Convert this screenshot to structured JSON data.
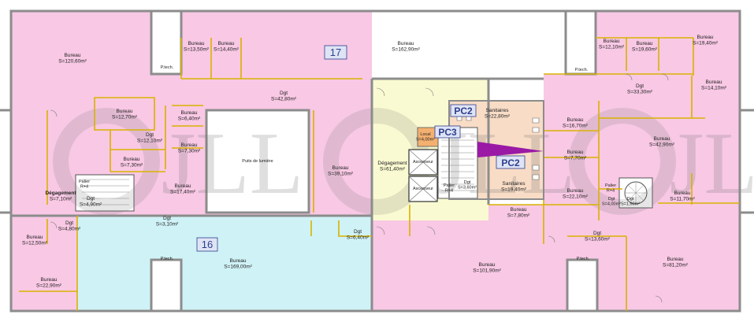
{
  "colors": {
    "office_pink": "#f8c8e4",
    "office_cyan": "#cff2f6",
    "circulation_yellow": "#fafad2",
    "sanitary_peach": "#f8dcc6",
    "light_well": "#ffffff",
    "wall_grey": "#8c8c8c",
    "partition_yellow": "#d9b200",
    "label_blue": "#2c3f8f",
    "stair_purple": "#9a1aa5"
  },
  "watermark": "JLL",
  "lots": {
    "l17": "17",
    "l16": "16"
  },
  "pc": {
    "pc2_top": "PC2",
    "pc3": "PC3",
    "pc2_mid": "PC2"
  },
  "puits": "Puits de lumière",
  "rooms": {
    "r1": [
      "Bureau",
      "S=120,60m²"
    ],
    "r2": [
      "Bureau",
      "S=13,50m²"
    ],
    "r3": [
      "Bureau",
      "S=14,40m²"
    ],
    "r4": [
      "Bureau",
      "S=162,90m²"
    ],
    "r5": [
      "Bureau",
      "S=12,10m²"
    ],
    "r6": [
      "Bureau",
      "S=19,60m²"
    ],
    "r7": [
      "Bureau",
      "S=19,40m²"
    ],
    "r8": [
      "Dgt",
      "S=42,80m²"
    ],
    "r9": [
      "Dgt",
      "S=33,30m²"
    ],
    "r10": [
      "Bureau",
      "S=14,10m²"
    ],
    "r11": [
      "Bureau",
      "S=12,70m²"
    ],
    "r12": [
      "Bureau",
      "S=6,40m²"
    ],
    "r13": [
      "Dgt",
      "S=12,10m²"
    ],
    "r14": [
      "Bureau",
      "S=7,30m²"
    ],
    "r15": [
      "Bureau",
      "S=7,30m²"
    ],
    "r16": [
      "Bureau",
      "S=39,10m²"
    ],
    "r17": [
      "Bureau",
      "S=17,40m²"
    ],
    "r18": [
      "Dégagement",
      "S=7,10m²"
    ],
    "r19": [
      "Dgt",
      "S=4,90m²"
    ],
    "r20": [
      "Dgt",
      "S=3,10m²"
    ],
    "r21": [
      "Dgt",
      "S=4,80m²"
    ],
    "r22": [
      "Bureau",
      "S=12,50m²"
    ],
    "r23": [
      "Bureau",
      "S=22,90m²"
    ],
    "r24": [
      "Bureau",
      "S=169,00m²"
    ],
    "r25": [
      "Dgt",
      "S=6,40m²"
    ],
    "r26": [
      "Dégagement",
      "S=61,40m²"
    ],
    "r27": [
      "Local",
      "S=4,00m²"
    ],
    "r28": [
      "Sanitaires",
      "S=22,80m²"
    ],
    "r29": [
      "Sanitaires",
      "S=19,40m²"
    ],
    "r30": [
      "Dgt",
      "S=3,60m²"
    ],
    "r31": [
      "Bureau",
      "S=16,70m²"
    ],
    "r32": [
      "Bureau",
      "S=7,70m²"
    ],
    "r33": [
      "Bureau",
      "S=42,90m²"
    ],
    "r34": [
      "Bureau",
      "S=22,10m²"
    ],
    "r35": [
      "Bureau",
      "S=7,80m²"
    ],
    "r36": [
      "Bureau",
      "S=11,70m²"
    ],
    "r37": [
      "Dgt",
      "S=1,60m²"
    ],
    "r38": [
      "Dgt",
      "S=4,00m²"
    ],
    "r39": [
      "Dgt",
      "S=13,60m²"
    ],
    "r40": [
      "Bureau",
      "S=101,90m²"
    ],
    "r41": [
      "Bureau",
      "S=81,20m²"
    ]
  },
  "paliers": {
    "p1": [
      "Palier",
      "R+4"
    ],
    "p2": [
      "Palier",
      "R+4"
    ],
    "p3": [
      "Palier",
      "R+4"
    ]
  },
  "ascenseurs": {
    "a1": "Ascenseur",
    "a2": "Ascenseur"
  },
  "ptech": {
    "t1": "P.tech.",
    "t2": "P.tech.",
    "t3": "P.tech.",
    "t4": "P.tech."
  }
}
